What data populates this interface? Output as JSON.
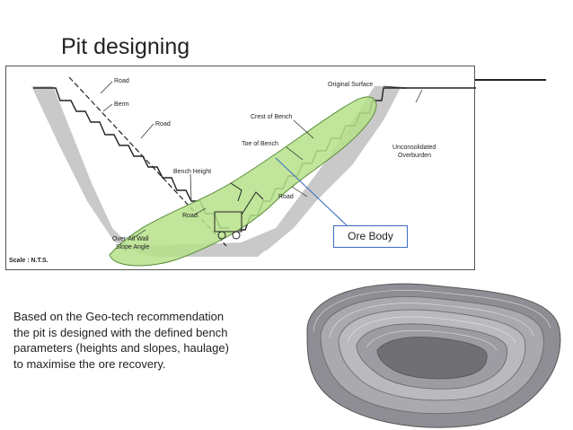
{
  "slide": {
    "title": "Pit designing",
    "description": "Based on the Geo-tech recommendation the pit is designed with the defined bench parameters (heights and slopes, haulage) to maximise the ore recovery."
  },
  "diagram": {
    "labels": {
      "road_top": "Road",
      "berm": "Berm",
      "road_mid": "Road",
      "bench_height": "Bench Height",
      "road_low": "Road",
      "overall_wall_1": "Over-All Wall",
      "overall_wall_2": "Slope Angle",
      "original_surface": "Original Surface",
      "crest_of_bench": "Crest of Bench",
      "toe_of_bench": "Toe of Bench",
      "road_right": "Road",
      "unconsolidated": "Unconsolidated",
      "overburden": "Overburden",
      "scale": "Scale :  N.T.S."
    },
    "ore_body_callout": "Ore Body"
  },
  "colors": {
    "ore_green": "#b5e08a",
    "pit_gray": "#c9c9c9",
    "callout_blue": "#3a6dbf"
  }
}
